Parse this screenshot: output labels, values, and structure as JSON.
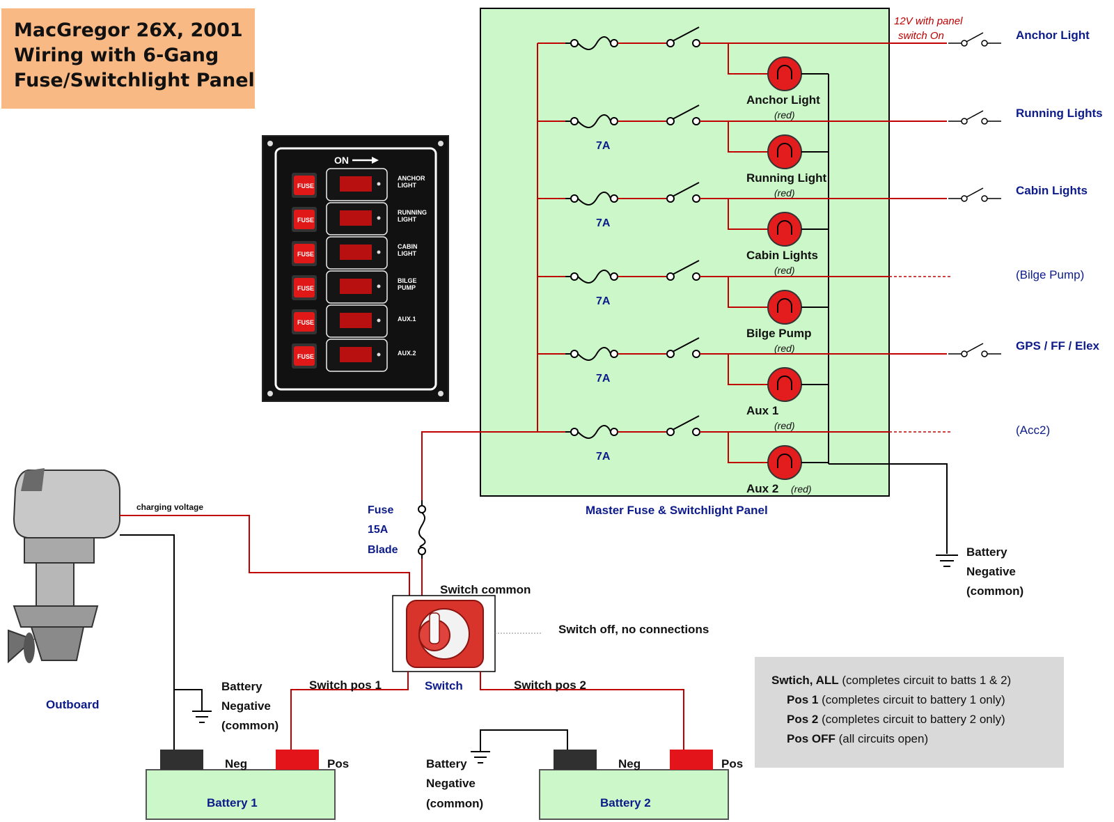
{
  "title": [
    "MacGregor 26X, 2001",
    "Wiring with 6-Gang",
    "Fuse/Switchlight Panel"
  ],
  "photo_panel": {
    "on_label": "ON",
    "fuse_label": "FUSE",
    "rows": [
      [
        "ANCHOR",
        "LIGHT"
      ],
      [
        "RUNNING",
        "LIGHT"
      ],
      [
        "CABIN",
        "LIGHT"
      ],
      [
        "BILGE",
        "PUMP"
      ],
      [
        "AUX.1",
        ""
      ],
      [
        "AUX.2",
        ""
      ]
    ]
  },
  "panel": {
    "caption": "Master Fuse & Switchlight Panel",
    "note_line1": "12V with panel",
    "note_line2": "switch On",
    "fuse_rating": "7A",
    "circuits": [
      {
        "light_name": "Anchor Light",
        "light_color": "(red)",
        "external_load": "Anchor Light"
      },
      {
        "light_name": "Running Light",
        "light_color": "(red)",
        "external_load": "Running Lights"
      },
      {
        "light_name": "Cabin Lights",
        "light_color": "(red)",
        "external_load": "Cabin Lights"
      },
      {
        "light_name": "Bilge Pump",
        "light_color": "(red)",
        "external_load": "(Bilge Pump)"
      },
      {
        "light_name": "Aux 1",
        "light_color": "(red)",
        "external_load": "GPS / FF / Elex"
      },
      {
        "light_name": "Aux 2",
        "light_color": "(red)",
        "external_load": "(Acc2)"
      }
    ]
  },
  "main_fuse": [
    "Fuse",
    "15A",
    "Blade"
  ],
  "ground_right": [
    "Battery",
    "Negative",
    "(common)"
  ],
  "ground_left": [
    "Battery",
    "Negative",
    "(common)"
  ],
  "ground_middle": [
    "Battery",
    "Negative",
    "(common)"
  ],
  "outboard": {
    "label": "Outboard",
    "charging": "charging voltage"
  },
  "battery_switch": {
    "label": "Switch",
    "common": "Switch common",
    "off_note": "Switch off, no connections",
    "pos1": "Switch pos 1",
    "pos2": "Switch pos 2"
  },
  "batteries": [
    {
      "name": "Battery 1",
      "neg": "Neg",
      "pos": "Pos"
    },
    {
      "name": "Battery 2",
      "neg": "Neg",
      "pos": "Pos"
    }
  ],
  "switch_positions": [
    {
      "key": "Swtich, ALL",
      "desc": "(completes circuit to batts 1 & 2)"
    },
    {
      "key": "Pos 1",
      "desc": "(completes circuit to battery 1 only)"
    },
    {
      "key": "Pos 2",
      "desc": "(completes circuit to battery 2 only)"
    },
    {
      "key": "Pos OFF",
      "desc": "(all circuits open)"
    }
  ],
  "colors": {
    "positive_wire": "#c00000",
    "negative_wire": "#000000",
    "panel_fill": "#ccf7c9",
    "label_blue": "#0d1b8a",
    "lamp_red": "#e31d1d",
    "battery_fill": "#ccf7c9",
    "title_fill": "#f9b985",
    "legend_fill": "#d9d9d9"
  }
}
